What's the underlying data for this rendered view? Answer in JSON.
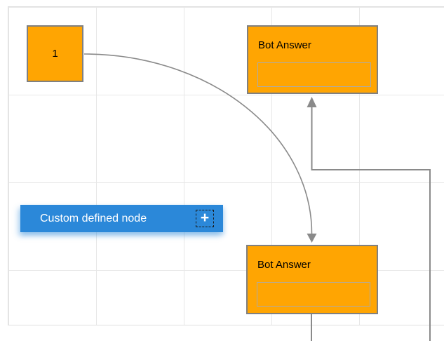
{
  "diagram": {
    "nodes": {
      "start": {
        "label": "1"
      },
      "bot_answer_top": {
        "title": "Bot Answer",
        "field_value": ""
      },
      "bot_answer_bottom": {
        "title": "Bot Answer",
        "field_value": ""
      },
      "custom": {
        "label": "Custom defined node"
      }
    },
    "icons": {
      "add_node_plus": "+"
    }
  },
  "colors": {
    "node_orange": "#FFA502",
    "node_orange_border": "#808080",
    "node_field_border": "#ABABAB",
    "node_blue": "#2B88D9",
    "connector_gray": "#8A8A8A",
    "grid_line": "#E7E7E7",
    "canvas_border": "#DFDFDF",
    "text_on_orange": "#000000",
    "text_on_blue": "#FFFFFF"
  }
}
